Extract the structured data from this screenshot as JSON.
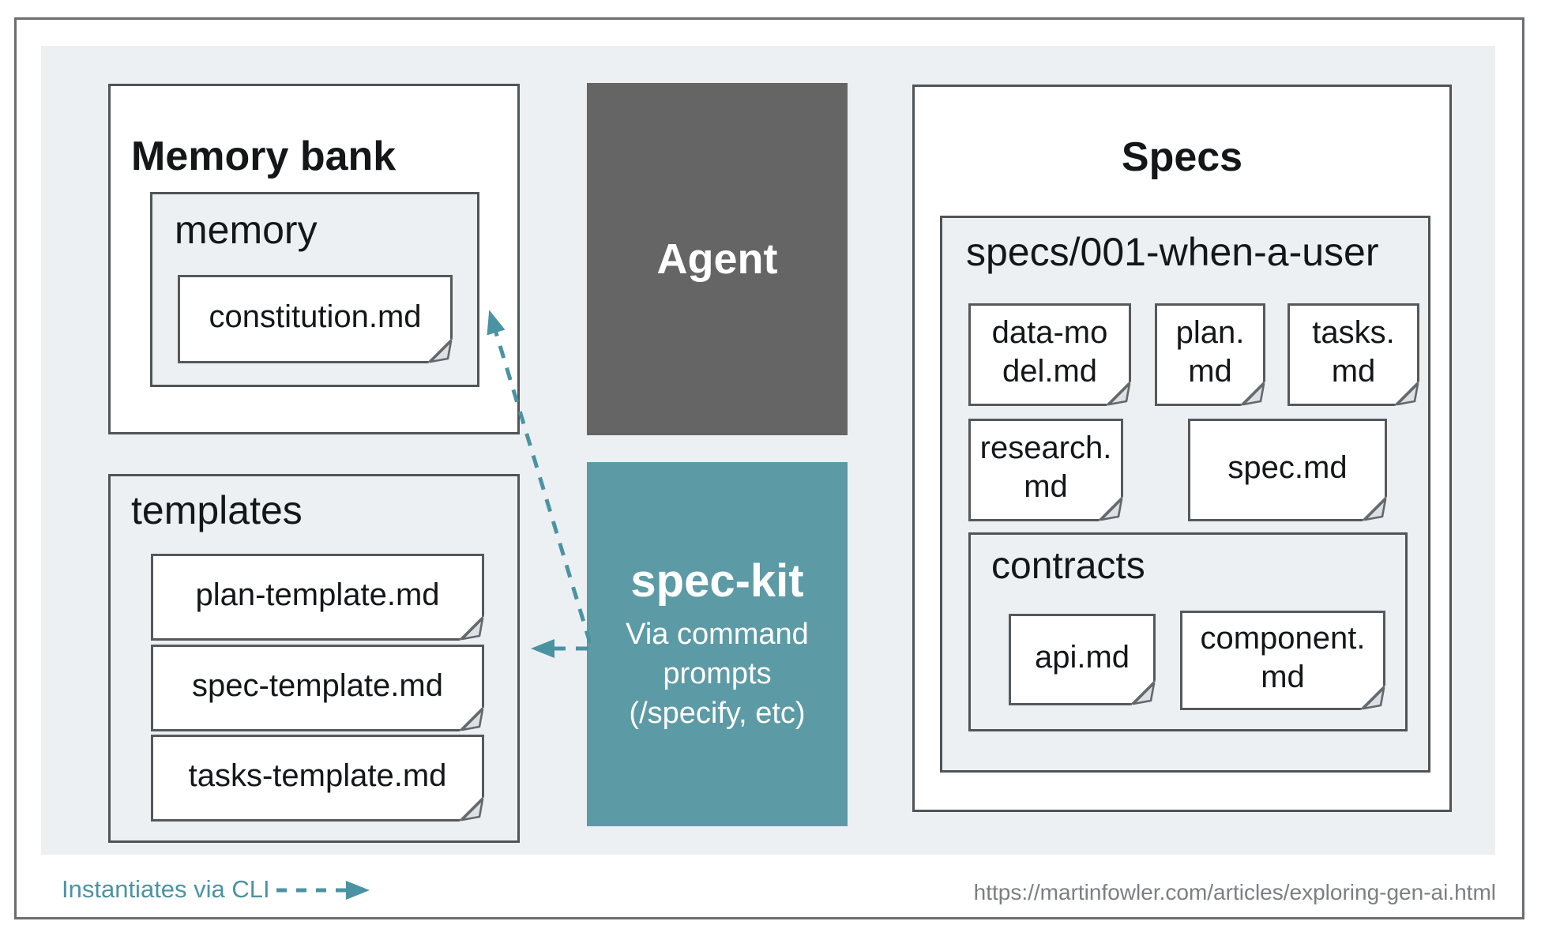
{
  "colors": {
    "panel_bg": "#ecf0f3",
    "agent_bg": "#656565",
    "speckit_bg": "#5c9aa6",
    "box_border": "#4f5456",
    "arrow_teal": "#4b93a2",
    "url_gray": "#7b7f82"
  },
  "memory_bank": {
    "title": "Memory bank",
    "folder": {
      "label": "memory",
      "files": [
        {
          "label": "constitution.md"
        }
      ]
    }
  },
  "templates": {
    "label": "templates",
    "files": [
      {
        "label": "plan-template.md"
      },
      {
        "label": "spec-template.md"
      },
      {
        "label": "tasks-template.md"
      }
    ]
  },
  "agent": {
    "label": "Agent"
  },
  "spec_kit": {
    "title": "spec-kit",
    "subtitle": "Via command\nprompts\n(/specify, etc)"
  },
  "specs": {
    "title": "Specs",
    "folder": {
      "label": "specs/001-when-a-user",
      "files_row1": [
        {
          "label": "data-mo\ndel.md"
        },
        {
          "label": "plan.\nmd"
        },
        {
          "label": "tasks.\nmd"
        }
      ],
      "files_row2": [
        {
          "label": "research.\nmd"
        },
        {
          "label": "spec.md"
        }
      ],
      "contracts": {
        "label": "contracts",
        "files": [
          {
            "label": "api.md"
          },
          {
            "label": "component.\nmd"
          }
        ]
      }
    }
  },
  "legend": {
    "label": "Instantiates via CLI"
  },
  "footer": {
    "url": "https://martinfowler.com/articles/exploring-gen-ai.html"
  }
}
